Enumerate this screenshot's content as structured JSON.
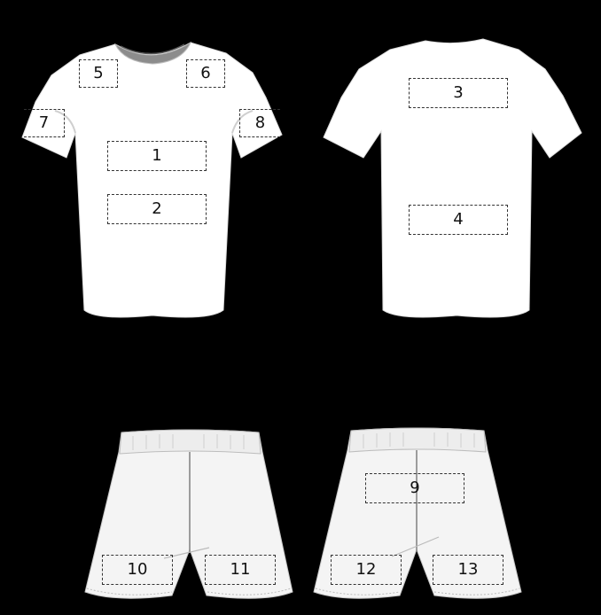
{
  "colors": {
    "background": "#000000",
    "garment": "#ffffff",
    "collar": "#8c8c8c",
    "shorts": "#f4f4f4",
    "zone_border": "#333333"
  },
  "zones": [
    {
      "id": "1",
      "label": "1"
    },
    {
      "id": "2",
      "label": "2"
    },
    {
      "id": "3",
      "label": "3"
    },
    {
      "id": "4",
      "label": "4"
    },
    {
      "id": "5",
      "label": "5"
    },
    {
      "id": "6",
      "label": "6"
    },
    {
      "id": "7",
      "label": "7"
    },
    {
      "id": "8",
      "label": "8"
    },
    {
      "id": "9",
      "label": "9"
    },
    {
      "id": "10",
      "label": "10"
    },
    {
      "id": "11",
      "label": "11"
    },
    {
      "id": "12",
      "label": "12"
    },
    {
      "id": "13",
      "label": "13"
    }
  ]
}
